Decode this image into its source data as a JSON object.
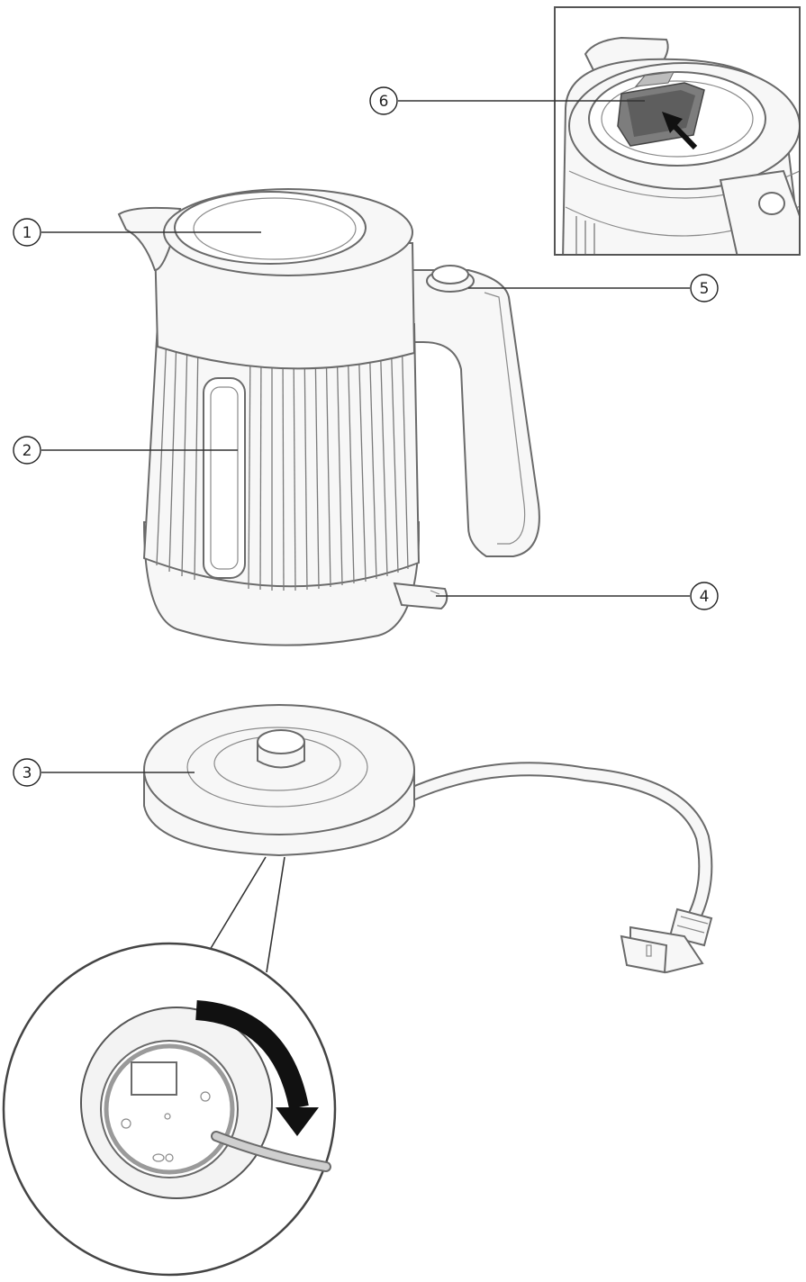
{
  "callouts": [
    {
      "id": "1",
      "label": "1"
    },
    {
      "id": "2",
      "label": "2"
    },
    {
      "id": "3",
      "label": "3"
    },
    {
      "id": "4",
      "label": "4"
    },
    {
      "id": "5",
      "label": "5"
    },
    {
      "id": "6",
      "label": "6"
    }
  ],
  "parts": [
    "lid",
    "water-level-window",
    "power-base",
    "cord-storage",
    "lid-release-button",
    "limescale-filter"
  ],
  "colors": {
    "line": "#333333",
    "outline": "#6a6a6a",
    "fill": "#f7f7f7",
    "arrow": "#111111"
  }
}
